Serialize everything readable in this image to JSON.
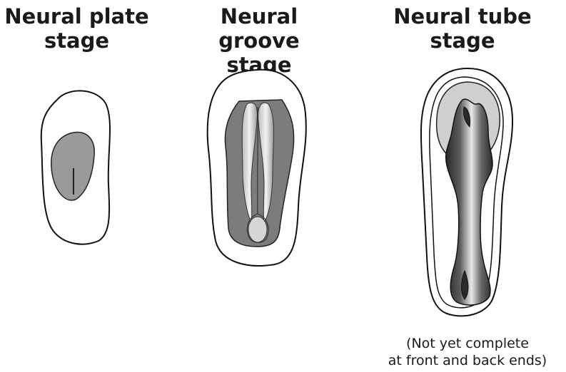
{
  "stages": [
    {
      "id": "plate",
      "line1": "Neural plate",
      "line2": "stage"
    },
    {
      "id": "groove",
      "line1": "Neural groove",
      "line2": "stage"
    },
    {
      "id": "tube",
      "line1": "Neural tube",
      "line2": "stage"
    }
  ],
  "note": {
    "line1": "(Not yet complete",
    "line2": "at front and back ends)"
  },
  "colors": {
    "outline": "#111111",
    "plate_fill": "#9a9a9a",
    "groove_fill": "#7c7c7c",
    "tube_dark": "#3a3a3a",
    "tube_halo": "#cfcfcf"
  }
}
